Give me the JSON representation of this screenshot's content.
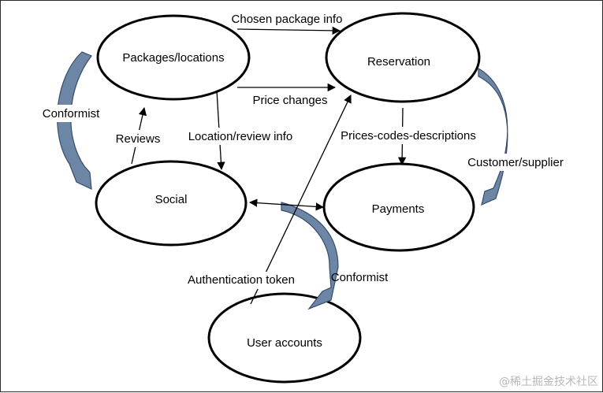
{
  "colors": {
    "stroke": "#000000",
    "relation_arrow": "#5f7a9c",
    "watermark": "#b8b8b8"
  },
  "nodes": {
    "packages": "Packages/locations",
    "reservation": "Reservation",
    "social": "Social",
    "payments": "Payments",
    "user_accounts": "User accounts"
  },
  "edges": {
    "chosen_package_info": "Chosen package info",
    "price_changes": "Price changes",
    "reviews": "Reviews",
    "location_review_info": "Location/review info",
    "prices_codes_descriptions": "Prices-codes-descriptions",
    "authentication_token": "Authentication token"
  },
  "relations": {
    "conformist_left": "Conformist",
    "customer_supplier": "Customer/supplier",
    "conformist_bottom": "Conformist"
  },
  "watermark": "@稀土掘金技术社区"
}
